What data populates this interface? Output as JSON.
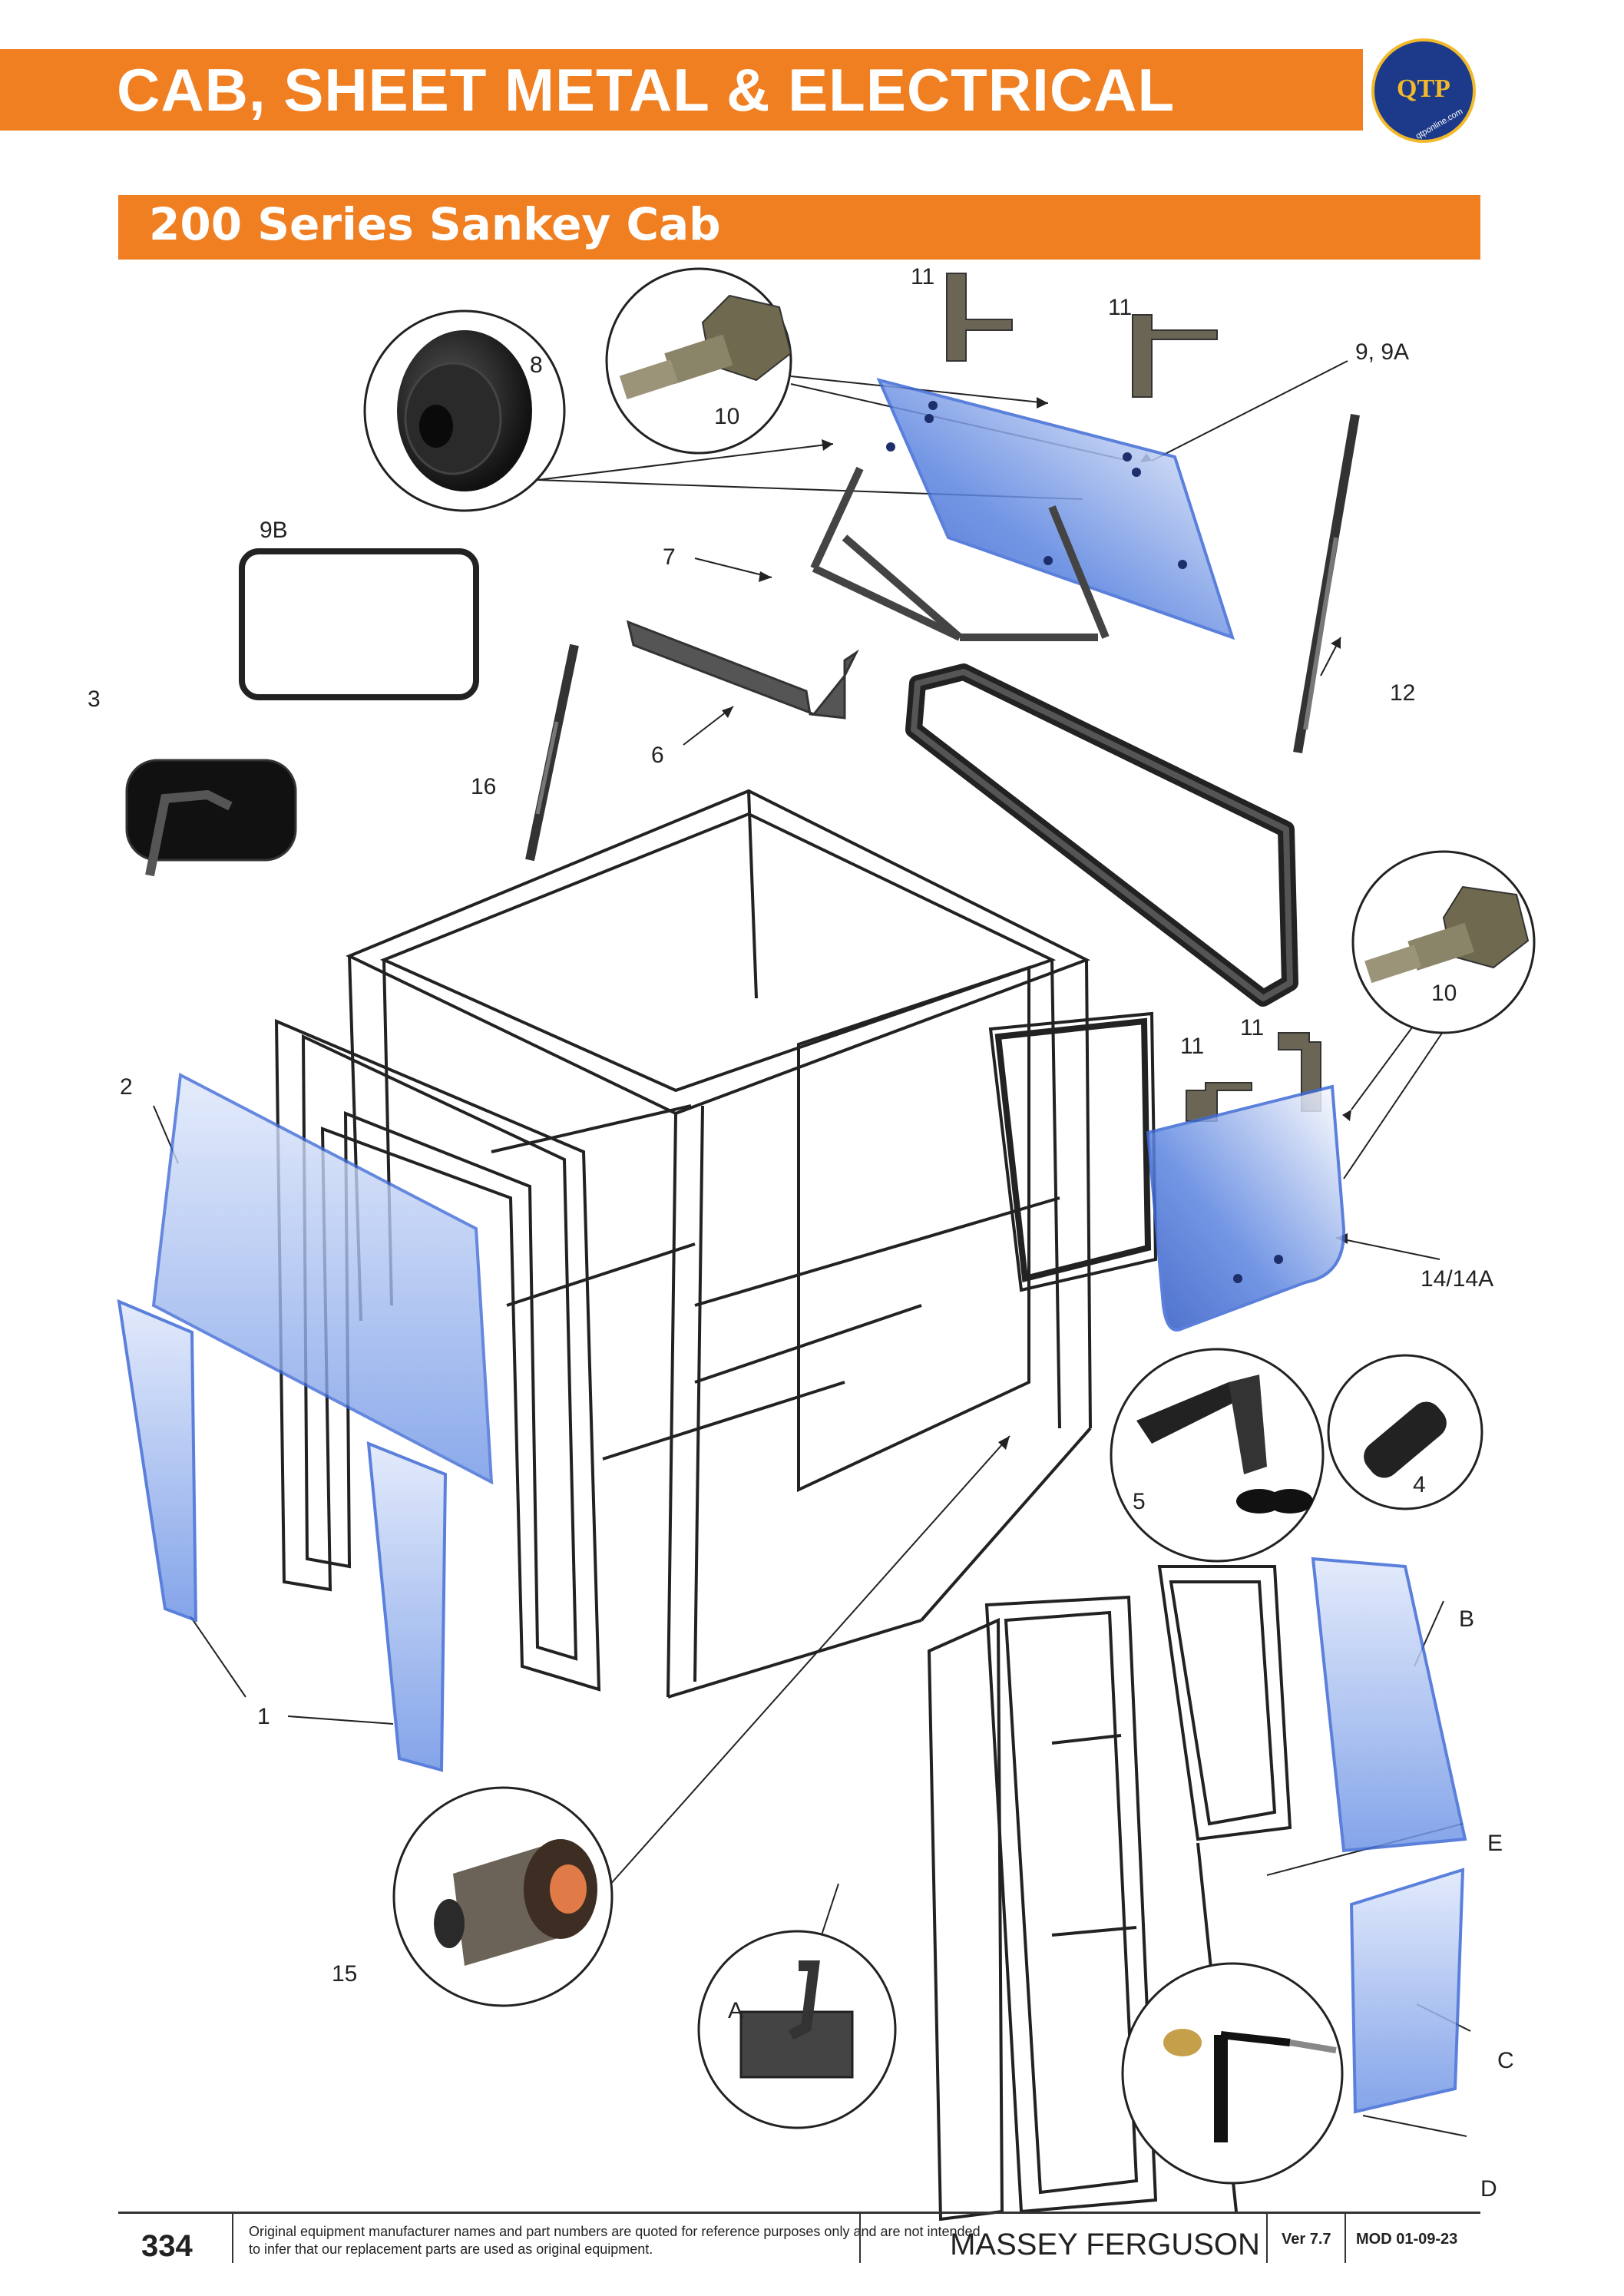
{
  "header": {
    "title": "CAB, SHEET METAL & ELECTRICAL",
    "logo_text": "QTP",
    "logo_url_text": "qtponline.com"
  },
  "section": {
    "title": "200 Series Sankey Cab"
  },
  "callouts": {
    "c11a": "11",
    "c11b": "11",
    "c9_9a": "9, 9A",
    "c8": "8",
    "c10a": "10",
    "c9b": "9B",
    "c7": "7",
    "c3": "3",
    "c12": "12",
    "c6": "6",
    "c16": "16",
    "c10b": "10",
    "c11c": "11",
    "c11d": "11",
    "c2": "2",
    "c14": "14/14A",
    "c5": "5",
    "c4": "4",
    "c1": "1",
    "cB": "B",
    "cE": "E",
    "c15": "15",
    "cA": "A",
    "cC": "C",
    "cD": "D"
  },
  "footer": {
    "page_number": "334",
    "disclaimer": "Original equipment manufacturer names and part numbers are quoted for reference purposes only and are not intended to infer that our replacement parts are used as original equipment.",
    "brand": "MASSEY FERGUSON",
    "version": "Ver 7.7",
    "mod": "MOD 01-09-23"
  },
  "colors": {
    "accent": "#f07f22",
    "logo_blue": "#1d3a8a",
    "logo_gold": "#f2b92b",
    "glass_blue": "#3f6bd6"
  }
}
